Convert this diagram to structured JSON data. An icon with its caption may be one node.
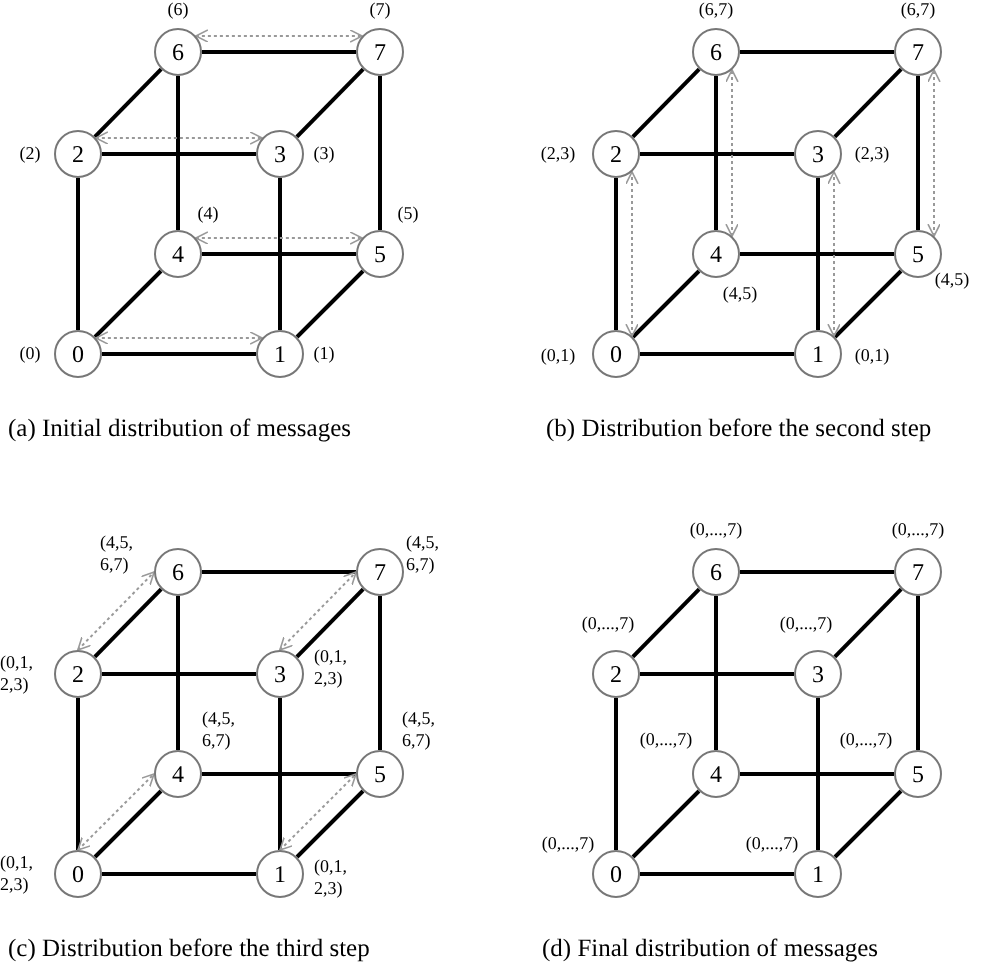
{
  "diagram": {
    "nodes": [
      {
        "text": [
          "0"
        ],
        "beside": [
          "(0)"
        ]
      },
      {
        "text": [
          "1"
        ],
        "beside": [
          "(1)"
        ]
      },
      {
        "text": [
          "2"
        ],
        "beside": [
          "(2)"
        ]
      },
      {
        "text": [
          "3"
        ],
        "beside": [
          "(3)"
        ]
      },
      {
        "text": [
          "4"
        ],
        "beside": [
          "(4)"
        ]
      },
      {
        "text": [
          "5"
        ],
        "beside": [
          "(5)"
        ]
      },
      {
        "text": [
          "6"
        ],
        "beside": [
          "(6)"
        ]
      },
      {
        "text": [
          "7"
        ],
        "beside": [
          "(7)"
        ]
      },
      {
        "text": [
          "0"
        ],
        "beside": [
          "(0,1)"
        ]
      },
      {
        "text": [
          "1"
        ],
        "beside": [
          "(0,1)"
        ]
      },
      {
        "text": [
          "2"
        ],
        "beside": [
          "(2,3)"
        ]
      },
      {
        "text": [
          "3"
        ],
        "beside": [
          "(2,3)"
        ]
      },
      {
        "text": [
          "4"
        ],
        "beside": [
          "(4,5)"
        ]
      },
      {
        "text": [
          "5"
        ],
        "beside": [
          "(4,5)"
        ]
      },
      {
        "text": [
          "6"
        ],
        "beside": [
          "(6,7)"
        ]
      },
      {
        "text": [
          "7"
        ],
        "beside": [
          "(6,7)"
        ]
      },
      {
        "text": [
          "0"
        ],
        "beside": [
          "(0,1, 2,3)"
        ]
      },
      {
        "text": [
          "1"
        ],
        "beside": [
          "(0,1, 2,3)"
        ]
      },
      {
        "text": [
          "2"
        ],
        "beside": [
          "(0,1, 2,3)"
        ]
      },
      {
        "text": [
          "3"
        ],
        "beside": [
          "(0,1, 2,3)"
        ]
      },
      {
        "text": [
          "4"
        ],
        "beside": [
          "(4,5, 6,7)"
        ]
      },
      {
        "text": [
          "5"
        ],
        "beside": [
          "(4,5, 6,7)"
        ]
      },
      {
        "text": [
          "6"
        ],
        "beside": [
          "(4,5, 6,7)"
        ]
      },
      {
        "text": [
          "7"
        ],
        "beside": [
          "(4,5, 6,7)"
        ]
      },
      {
        "text": [
          "0"
        ],
        "beside": [
          "(0,...,7)"
        ]
      },
      {
        "text": [
          "1"
        ],
        "beside": [
          "(0,...,7)"
        ]
      },
      {
        "text": [
          "2"
        ],
        "beside": [
          "(0,...,7)"
        ]
      },
      {
        "text": [
          "3"
        ],
        "beside": [
          "(0,...,7)"
        ]
      },
      {
        "text": [
          "4"
        ],
        "beside": [
          "(0,...,7)"
        ]
      },
      {
        "text": [
          "5"
        ],
        "beside": [
          "(0,...,7)"
        ]
      },
      {
        "text": [
          "6"
        ],
        "beside": [
          "(0,...,7)"
        ]
      },
      {
        "text": [
          "7"
        ],
        "beside": [
          "(0,...,7)"
        ]
      }
    ],
    "edges": [
      {
        "from": 0,
        "to": 1,
        "arrow": "none"
      },
      {
        "from": 0,
        "to": 2,
        "arrow": "none"
      },
      {
        "from": 0,
        "to": 4,
        "arrow": "none"
      },
      {
        "from": 1,
        "to": 3,
        "arrow": "none"
      },
      {
        "from": 1,
        "to": 5,
        "arrow": "none"
      },
      {
        "from": 2,
        "to": 3,
        "arrow": "none"
      },
      {
        "from": 2,
        "to": 6,
        "arrow": "none"
      },
      {
        "from": 3,
        "to": 7,
        "arrow": "none"
      },
      {
        "from": 4,
        "to": 5,
        "arrow": "none"
      },
      {
        "from": 4,
        "to": 6,
        "arrow": "none"
      },
      {
        "from": 5,
        "to": 7,
        "arrow": "none"
      },
      {
        "from": 6,
        "to": 7,
        "arrow": "none"
      },
      {
        "from": 0,
        "to": 1,
        "arrow": "both",
        "style": "dashed",
        "color": "#999999"
      },
      {
        "from": 2,
        "to": 3,
        "arrow": "both",
        "style": "dashed",
        "color": "#999999"
      },
      {
        "from": 4,
        "to": 5,
        "arrow": "both",
        "style": "dashed",
        "color": "#999999"
      },
      {
        "from": 6,
        "to": 7,
        "arrow": "both",
        "style": "dashed",
        "color": "#999999"
      },
      {
        "from": 8,
        "to": 9,
        "arrow": "none"
      },
      {
        "from": 8,
        "to": 10,
        "arrow": "none"
      },
      {
        "from": 8,
        "to": 12,
        "arrow": "none"
      },
      {
        "from": 9,
        "to": 11,
        "arrow": "none"
      },
      {
        "from": 9,
        "to": 13,
        "arrow": "none"
      },
      {
        "from": 10,
        "to": 11,
        "arrow": "none"
      },
      {
        "from": 10,
        "to": 14,
        "arrow": "none"
      },
      {
        "from": 11,
        "to": 15,
        "arrow": "none"
      },
      {
        "from": 12,
        "to": 13,
        "arrow": "none"
      },
      {
        "from": 12,
        "to": 14,
        "arrow": "none"
      },
      {
        "from": 13,
        "to": 15,
        "arrow": "none"
      },
      {
        "from": 14,
        "to": 15,
        "arrow": "none"
      },
      {
        "from": 8,
        "to": 10,
        "arrow": "both",
        "style": "dashed",
        "color": "#999999"
      },
      {
        "from": 9,
        "to": 11,
        "arrow": "both",
        "style": "dashed",
        "color": "#999999"
      },
      {
        "from": 12,
        "to": 14,
        "arrow": "both",
        "style": "dashed",
        "color": "#999999"
      },
      {
        "from": 13,
        "to": 15,
        "arrow": "both",
        "style": "dashed",
        "color": "#999999"
      },
      {
        "from": 16,
        "to": 17,
        "arrow": "none"
      },
      {
        "from": 16,
        "to": 18,
        "arrow": "none"
      },
      {
        "from": 16,
        "to": 20,
        "arrow": "none"
      },
      {
        "from": 17,
        "to": 19,
        "arrow": "none"
      },
      {
        "from": 17,
        "to": 21,
        "arrow": "none"
      },
      {
        "from": 18,
        "to": 19,
        "arrow": "none"
      },
      {
        "from": 18,
        "to": 22,
        "arrow": "none"
      },
      {
        "from": 19,
        "to": 23,
        "arrow": "none"
      },
      {
        "from": 20,
        "to": 21,
        "arrow": "none"
      },
      {
        "from": 20,
        "to": 22,
        "arrow": "none"
      },
      {
        "from": 21,
        "to": 23,
        "arrow": "none"
      },
      {
        "from": 22,
        "to": 23,
        "arrow": "none"
      },
      {
        "from": 16,
        "to": 20,
        "arrow": "both",
        "style": "dashed",
        "color": "#999999"
      },
      {
        "from": 17,
        "to": 21,
        "arrow": "both",
        "style": "dashed",
        "color": "#999999"
      },
      {
        "from": 18,
        "to": 22,
        "arrow": "both",
        "style": "dashed",
        "color": "#999999"
      },
      {
        "from": 19,
        "to": 23,
        "arrow": "both",
        "style": "dashed",
        "color": "#999999"
      },
      {
        "from": 24,
        "to": 25,
        "arrow": "none"
      },
      {
        "from": 24,
        "to": 26,
        "arrow": "none"
      },
      {
        "from": 24,
        "to": 28,
        "arrow": "none"
      },
      {
        "from": 25,
        "to": 27,
        "arrow": "none"
      },
      {
        "from": 25,
        "to": 29,
        "arrow": "none"
      },
      {
        "from": 26,
        "to": 27,
        "arrow": "none"
      },
      {
        "from": 26,
        "to": 30,
        "arrow": "none"
      },
      {
        "from": 27,
        "to": 31,
        "arrow": "none"
      },
      {
        "from": 28,
        "to": 29,
        "arrow": "none"
      },
      {
        "from": 28,
        "to": 30,
        "arrow": "none"
      },
      {
        "from": 29,
        "to": 31,
        "arrow": "none"
      },
      {
        "from": 30,
        "to": 31,
        "arrow": "none"
      }
    ],
    "labels": [
      "(a) Initial distribution of messages",
      "(b) Distribution before the second step",
      "(c) Distribution before the third step",
      "(d) Final distribution of messages"
    ]
  }
}
